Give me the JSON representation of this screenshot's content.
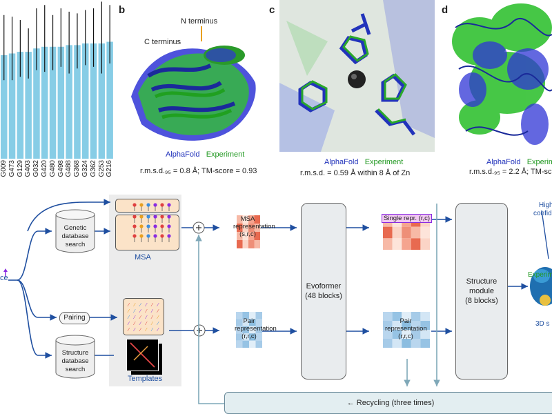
{
  "panels": {
    "b": {
      "letter": "b",
      "n_terminus": "N terminus",
      "c_terminus": "C terminus",
      "legend_af": "AlphaFold",
      "legend_ex": "Experiment",
      "metric": "r.m.s.d.₉₅ = 0.8 Å; TM-score = 0.93"
    },
    "c": {
      "letter": "c",
      "legend_af": "AlphaFold",
      "legend_ex": "Experiment",
      "metric": "r.m.s.d. = 0.59 Å within 8 Å of Zn"
    },
    "d": {
      "letter": "d",
      "legend_af": "AlphaFold",
      "legend_ex": "Experim",
      "metric": "r.m.s.d.₉₅ = 2.2 Å; TM-sc"
    }
  },
  "chart_data": {
    "type": "bar",
    "categories": [
      "G009",
      "G473",
      "G129",
      "G403",
      "G032",
      "G420",
      "G480",
      "G498",
      "G488",
      "G368",
      "G324",
      "G362",
      "G253",
      "G216"
    ],
    "values": [
      0.62,
      0.63,
      0.64,
      0.64,
      0.66,
      0.67,
      0.67,
      0.67,
      0.68,
      0.68,
      0.69,
      0.69,
      0.69,
      0.7
    ],
    "error_upper": [
      0.86,
      0.85,
      0.83,
      0.78,
      0.9,
      0.92,
      0.86,
      0.9,
      0.88,
      0.87,
      0.89,
      0.9,
      0.94,
      0.92
    ],
    "error_lower": [
      0.47,
      0.47,
      0.49,
      0.48,
      0.53,
      0.52,
      0.53,
      0.55,
      0.51,
      0.54,
      0.56,
      0.55,
      0.51,
      0.57
    ],
    "ylim": [
      0,
      0.95
    ],
    "color": "#87cde6"
  },
  "pipeline": {
    "input_seq": "ce",
    "genetic_db": "Genetic database search",
    "pairing": "Pairing",
    "structure_db": "Structure database search",
    "msa_label": "MSA",
    "templates_label": "Templates",
    "msa_repr": "MSA representation",
    "msa_repr_dims": "(s,r,c)",
    "pair_repr": "Pair representation",
    "pair_repr_dims": "(r,r,c)",
    "evoformer": "Evoformer",
    "evoformer_blocks": "(48 blocks)",
    "single_repr": "Single repr. (r,c)",
    "pair_repr2": "Pair representation",
    "pair_repr2_dims": "(r,r,c)",
    "structure_module": "Structure module",
    "structure_blocks": "(8 blocks)",
    "recycling": "← Recycling (three times)",
    "high_conf": "High",
    "confidence": "confide",
    "experim": "Experim",
    "output_3d": "3D s"
  },
  "colors": {
    "alphafold": "#2233bb",
    "experiment": "#229922",
    "arrow": "#1f4fa0",
    "msa_red": "#e86a50",
    "pair_blue": "#8bbde0"
  }
}
